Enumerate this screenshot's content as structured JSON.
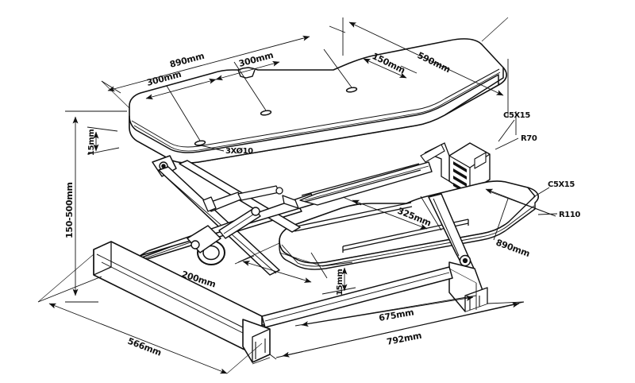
{
  "drawing": {
    "title": "Sit-Stand Desk Converter Dimensioned Assembly Drawing",
    "view": "isometric",
    "background_color": "#ffffff",
    "line_color": "#111111",
    "units": "mm"
  },
  "dimensions": {
    "top_width_total": "890mm",
    "top_segment_left": "300mm",
    "top_segment_right": "300mm",
    "top_depth_total": "590mm",
    "top_depth_segment": "150mm",
    "top_thickness": "15mm",
    "height_range": "150-500mm",
    "keyboard_tray_depth": "325mm",
    "keyboard_tray_width": "890mm",
    "keyboard_tray_thickness": "15mm",
    "base_depth": "566mm",
    "base_offset": "200mm",
    "base_inner_width": "675mm",
    "base_outer_width": "792mm"
  },
  "callouts": {
    "hole_pattern": "3X⌀2 10",
    "hole_pattern_display": "3XØ10",
    "chamfer_top_right": "C5X15",
    "radius_top_right": "R70",
    "chamfer_tray_right": "C5X15",
    "radius_tray_right": "R110"
  },
  "labels": [
    {
      "id": "dim-890-top",
      "text": "890mm",
      "role": "desktop-width"
    },
    {
      "id": "dim-300-left",
      "text": "300mm",
      "role": "desktop-hole-spacing-left"
    },
    {
      "id": "dim-300-right",
      "text": "300mm",
      "role": "desktop-hole-spacing-right"
    },
    {
      "id": "dim-590-depth",
      "text": "590mm",
      "role": "desktop-depth"
    },
    {
      "id": "dim-150-depth",
      "text": "150mm",
      "role": "desktop-depth-partial"
    },
    {
      "id": "dim-15-top",
      "text": "15mm",
      "role": "desktop-thickness"
    },
    {
      "id": "dim-150-500",
      "text": "150-500mm",
      "role": "height-adjust-range"
    },
    {
      "id": "dim-325-tray",
      "text": "325mm",
      "role": "keyboard-tray-depth"
    },
    {
      "id": "dim-890-tray",
      "text": "890mm",
      "role": "keyboard-tray-width"
    },
    {
      "id": "dim-15-tray",
      "text": "15mm",
      "role": "keyboard-tray-thickness"
    },
    {
      "id": "dim-200-base",
      "text": "200mm",
      "role": "base-offset"
    },
    {
      "id": "dim-566-base",
      "text": "566mm",
      "role": "base-depth"
    },
    {
      "id": "dim-675-base",
      "text": "675mm",
      "role": "base-inner-width"
    },
    {
      "id": "dim-792-base",
      "text": "792mm",
      "role": "base-outer-width"
    },
    {
      "id": "call-3xd10",
      "text": "3XØ10",
      "role": "grommet-hole-callout"
    },
    {
      "id": "call-c5x15-top",
      "text": "C5X15",
      "role": "corner-chamfer-top"
    },
    {
      "id": "call-r70",
      "text": "R70",
      "role": "corner-radius-top"
    },
    {
      "id": "call-c5x15-tray",
      "text": "C5X15",
      "role": "corner-chamfer-tray"
    },
    {
      "id": "call-r110",
      "text": "R110",
      "role": "corner-radius-tray"
    }
  ]
}
